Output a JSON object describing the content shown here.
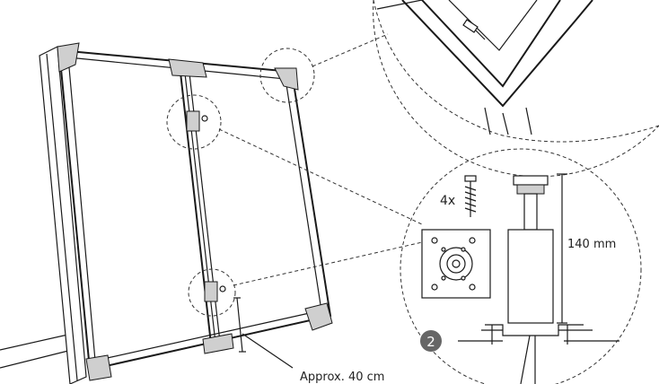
{
  "labels": {
    "quantity": "4x",
    "height": "140 mm",
    "distance": "Approx. 40 cm",
    "step": "2"
  },
  "colors": {
    "line": "#1a1a1a",
    "step_badge": "#666666",
    "step_text": "#ffffff"
  }
}
